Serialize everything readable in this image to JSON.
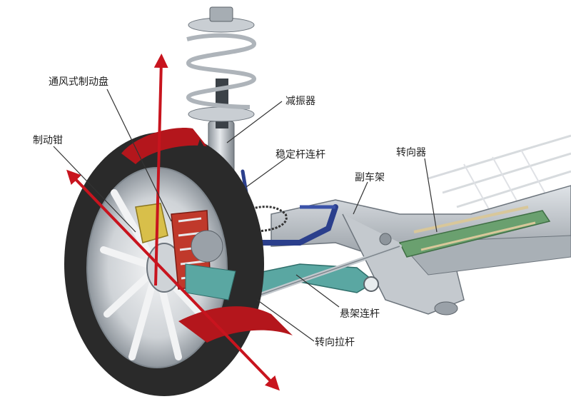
{
  "colors": {
    "background": "#ffffff",
    "axis_red": "#c8141e",
    "tire": "#2a2a2a",
    "rim": "#d7dade",
    "rim_shadow": "#9aa1a8",
    "cut_red": "#b4161c",
    "metal": "#b9c0c7",
    "metal_dark": "#6d757d",
    "link_teal": "#4f9a96",
    "link_blue": "#2b3f8c",
    "rack_green": "#4f8a55",
    "spring": "#b9bec4",
    "leader": "#333333"
  },
  "labels": {
    "brake_disc": "通风式制动盘",
    "caliper": "制动钳",
    "shock_absorber": "减振器",
    "stabilizer_link": "稳定杆连杆",
    "steering_gear": "转向器",
    "subframe": "副车架",
    "control_arm": "悬架连杆",
    "tie_rod": "转向拉杆"
  }
}
